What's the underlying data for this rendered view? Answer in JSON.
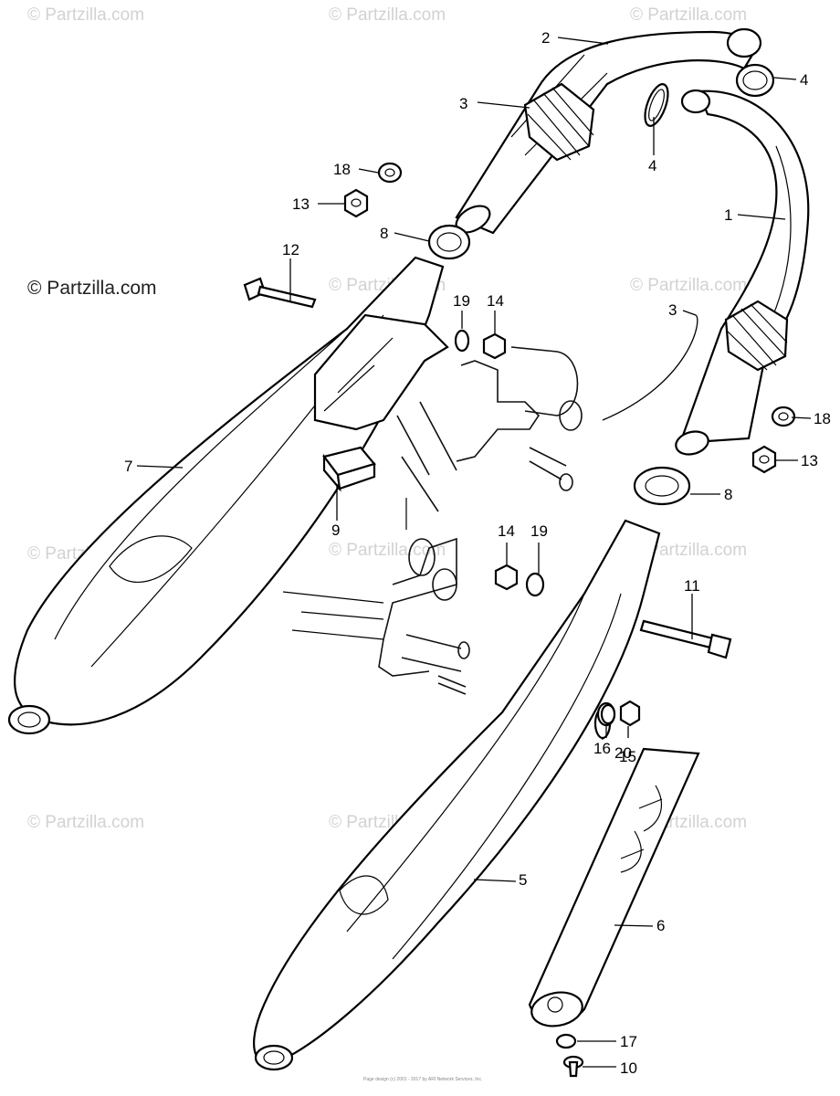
{
  "watermark": "© Partzilla.com",
  "watermark_prominent": "© Partzilla.com",
  "copyright_line": "Page design (c) 2001 - 2017 by ARI Network Services, Inc.",
  "callouts": [
    {
      "id": "c-2",
      "text": "2"
    },
    {
      "id": "c-4a",
      "text": "4"
    },
    {
      "id": "c-3a",
      "text": "3"
    },
    {
      "id": "c-4b",
      "text": "4"
    },
    {
      "id": "c-18a",
      "text": "18"
    },
    {
      "id": "c-13a",
      "text": "13"
    },
    {
      "id": "c-1",
      "text": "1"
    },
    {
      "id": "c-8a",
      "text": "8"
    },
    {
      "id": "c-12",
      "text": "12"
    },
    {
      "id": "c-19a",
      "text": "19"
    },
    {
      "id": "c-14a",
      "text": "14"
    },
    {
      "id": "c-3b",
      "text": "3"
    },
    {
      "id": "c-18b",
      "text": "18"
    },
    {
      "id": "c-7",
      "text": "7"
    },
    {
      "id": "c-13b",
      "text": "13"
    },
    {
      "id": "c-8b",
      "text": "8"
    },
    {
      "id": "c-9",
      "text": "9"
    },
    {
      "id": "c-14b",
      "text": "14"
    },
    {
      "id": "c-19b",
      "text": "19"
    },
    {
      "id": "c-11",
      "text": "11"
    },
    {
      "id": "c-16",
      "text": "16"
    },
    {
      "id": "c-20",
      "text": "20"
    },
    {
      "id": "c-15",
      "text": "15"
    },
    {
      "id": "c-5",
      "text": "5"
    },
    {
      "id": "c-6",
      "text": "6"
    },
    {
      "id": "c-17",
      "text": "17"
    },
    {
      "id": "c-10",
      "text": "10"
    }
  ]
}
